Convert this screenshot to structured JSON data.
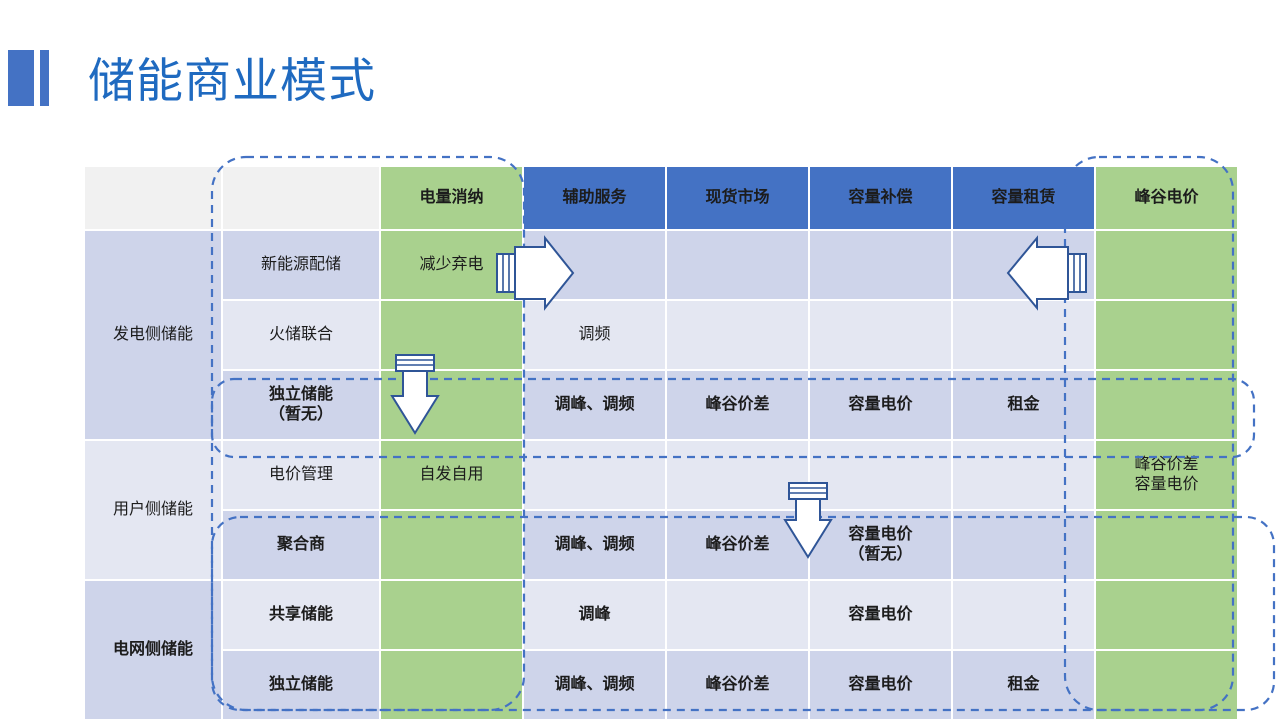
{
  "page_title": "储能商业模式",
  "colors": {
    "accent_blue": "#4472c4",
    "title_blue": "#1f6ac0",
    "green": "#a9d18e",
    "row_dark": "#ced4ea",
    "row_light": "#e4e7f2",
    "header_blank": "#f1f1f1",
    "dash_outline": "#4472c4"
  },
  "table": {
    "corner_blank_1": "",
    "corner_blank_2": "",
    "columns": [
      {
        "label": "电量消纳",
        "style": "green"
      },
      {
        "label": "辅助服务",
        "style": "blue"
      },
      {
        "label": "现货市场",
        "style": "blue"
      },
      {
        "label": "容量补偿",
        "style": "blue"
      },
      {
        "label": "容量租赁",
        "style": "blue"
      },
      {
        "label": "峰谷电价",
        "style": "green"
      }
    ],
    "groups": [
      {
        "label": "发电侧储能",
        "rows": [
          {
            "label": "新能源配储",
            "bold": false,
            "shade": "dark",
            "cells": [
              "减少弃电",
              "",
              "",
              "",
              "",
              ""
            ]
          },
          {
            "label": "火储联合",
            "bold": false,
            "shade": "light",
            "cells": [
              "",
              "调频",
              "",
              "",
              "",
              ""
            ]
          },
          {
            "label": "独立储能\n（暂无）",
            "bold": true,
            "shade": "dark",
            "cells": [
              "",
              "调峰、调频",
              "峰谷价差",
              "容量电价",
              "租金",
              ""
            ]
          }
        ]
      },
      {
        "label": "用户侧储能",
        "rows": [
          {
            "label": "电价管理",
            "bold": false,
            "shade": "light",
            "cells": [
              "自发自用",
              "",
              "",
              "",
              "",
              "峰谷价差\n容量电价"
            ]
          },
          {
            "label": "聚合商",
            "bold": true,
            "shade": "dark",
            "cells": [
              "",
              "调峰、调频",
              "峰谷价差",
              "容量电价\n（暂无）",
              "",
              ""
            ]
          }
        ]
      },
      {
        "label": "电网侧储能",
        "rows": [
          {
            "label": "共享储能",
            "bold": true,
            "shade": "light",
            "cells": [
              "",
              "调峰",
              "",
              "容量电价",
              "",
              ""
            ]
          },
          {
            "label": "独立储能",
            "bold": true,
            "shade": "dark",
            "cells": [
              "",
              "调峰、调频",
              "峰谷价差",
              "容量电价",
              "租金",
              ""
            ]
          }
        ]
      }
    ]
  },
  "annotations": {
    "arrows": [
      {
        "name": "arrow-right-reduce-curtailment",
        "direction": "right"
      },
      {
        "name": "arrow-down-energy-column",
        "direction": "down"
      },
      {
        "name": "arrow-left-peak-valley-price",
        "direction": "left"
      },
      {
        "name": "arrow-down-capacity-column",
        "direction": "down"
      }
    ],
    "highlight_boxes": [
      {
        "name": "highlight-independent-storage-generation"
      },
      {
        "name": "highlight-energy-consumption-column"
      },
      {
        "name": "highlight-peak-valley-price-column"
      },
      {
        "name": "highlight-aggregator-and-grid-rows"
      }
    ]
  }
}
